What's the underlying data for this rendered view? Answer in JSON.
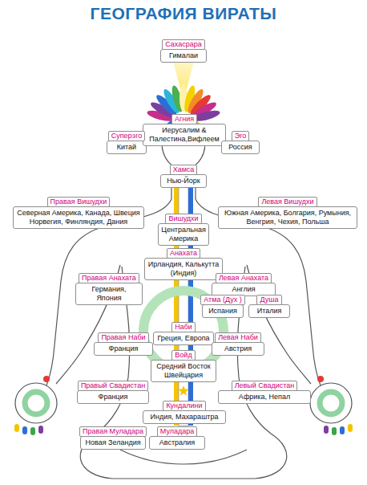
{
  "diagram": {
    "title": "ГЕОГРАФИЯ ВИРАТЫ",
    "nodes": [
      {
        "text": [
          "Сахасрара",
          "Гималаи"
        ]
      },
      {
        "text": [
          "Суперэго",
          "Китай"
        ]
      },
      {
        "text": [
          "Агния",
          "Иерусалим & Палестина,Вифлеем"
        ]
      },
      {
        "text": [
          "Эго",
          "Россия"
        ]
      },
      {
        "text": [
          "Хамса",
          "Нью-Йорк"
        ]
      },
      {
        "text": [
          "Правая Вишудхи",
          "Северная Америка, Канада, Швеция Норвегия, Финляндия, Дания"
        ]
      },
      {
        "text": [
          "Вишудхи",
          "Центральная Америка"
        ]
      },
      {
        "text": [
          "Левая Вишудхи",
          "Южная Америка, Болгария, Румыния, Венгрия, Чехия, Польша"
        ]
      },
      {
        "text": [
          "Анахата",
          "Ирландия, Калькутта (Индия)"
        ]
      },
      {
        "text": [
          "Правая Анахата",
          "Германия, Япония"
        ]
      },
      {
        "text": [
          "Левая Анахата",
          "Англия"
        ]
      },
      {
        "text": [
          "Атма (Дух )",
          "Испания"
        ]
      },
      {
        "text": [
          "Душа",
          "Италия"
        ]
      },
      {
        "text": [
          "Правая Наби",
          "Франция"
        ]
      },
      {
        "text": [
          "Наби",
          "Греция, Европа"
        ]
      },
      {
        "text": [
          "Левая Наби",
          "Австрия"
        ]
      },
      {
        "text": [
          "Войд",
          "Средний Восток Швейцария"
        ]
      },
      {
        "text": [
          "Правый Свадистан",
          "Франция"
        ]
      },
      {
        "text": [
          "Левый Свадистан",
          "Африка, Непал"
        ]
      },
      {
        "text": [
          "Кундалини",
          "Индия, Махараштра"
        ]
      },
      {
        "text": [
          "Правая Муладара",
          "Новая Зеландия"
        ]
      },
      {
        "text": [
          "Муладара",
          "Австралия"
        ]
      }
    ]
  }
}
